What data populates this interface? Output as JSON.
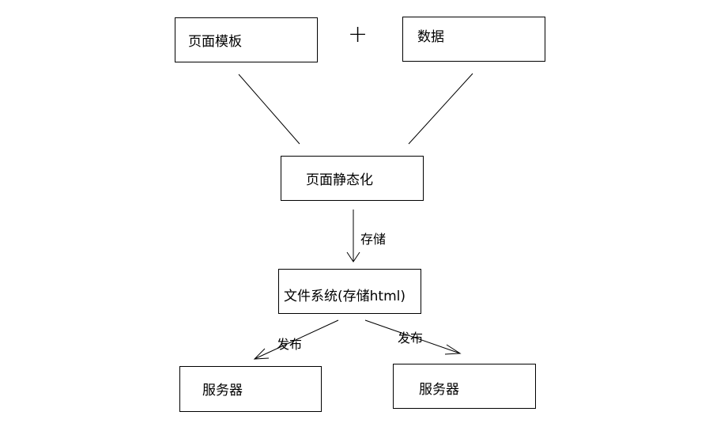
{
  "nodes": {
    "template": "页面模板",
    "plus": "+",
    "data": "数据",
    "static": "页面静态化",
    "filesystem": "文件系统(存储html)",
    "server_left": "服务器",
    "server_right": "服务器"
  },
  "edges": {
    "store": "存储",
    "publish_left": "发布",
    "publish_right": "发布"
  }
}
